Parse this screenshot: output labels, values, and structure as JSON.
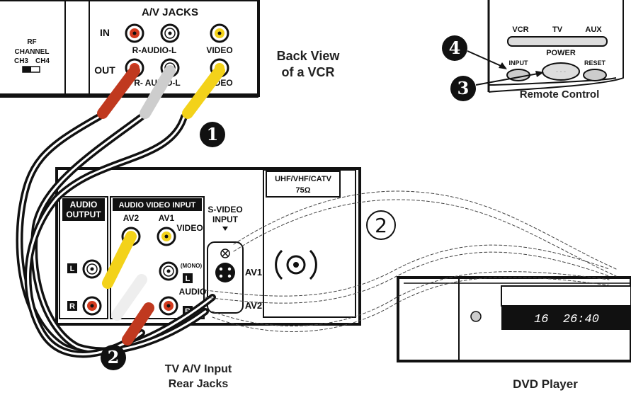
{
  "vcr": {
    "rf_label": "RF",
    "channel_label": "CHANNEL",
    "ch3": "CH3",
    "ch4": "CH4",
    "av_jacks": "A/V JACKS",
    "in": "IN",
    "out": "OUT",
    "audio_in": "R-AUDIO-L",
    "audio_out": "R- AUDIO-L",
    "video_in": "VIDEO",
    "video_out": "VIDEO",
    "caption_line1": "Back View",
    "caption_line2": "of a VCR"
  },
  "remote": {
    "vcr": "VCR",
    "tv": "TV",
    "aux": "AUX",
    "input": "INPUT",
    "power": "POWER",
    "reset": "RESET",
    "caption": "Remote Control",
    "step4": "4",
    "step3": "3"
  },
  "tv": {
    "audio_output_1": "AUDIO",
    "audio_output_2": "OUTPUT",
    "av_input": "AUDIO VIDEO INPUT",
    "av2": "AV2",
    "av1": "AV1",
    "video": "VIDEO",
    "svideo_1": "S-VIDEO",
    "svideo_2": "INPUT",
    "uhf": "UHF/VHF/CATV",
    "ohm": "75Ω",
    "mono": "(MONO)",
    "l": "L",
    "r": "R",
    "audio": "AUDIO",
    "av1_tag": "AV1",
    "av2_tag": "AV2",
    "caption_line1": "TV A/V Input",
    "caption_line2": "Rear Jacks"
  },
  "steps": {
    "one": "1",
    "two_filled": "2",
    "two_outline": "2"
  },
  "dvd": {
    "display": "16  26:40",
    "caption": "DVD Player"
  }
}
